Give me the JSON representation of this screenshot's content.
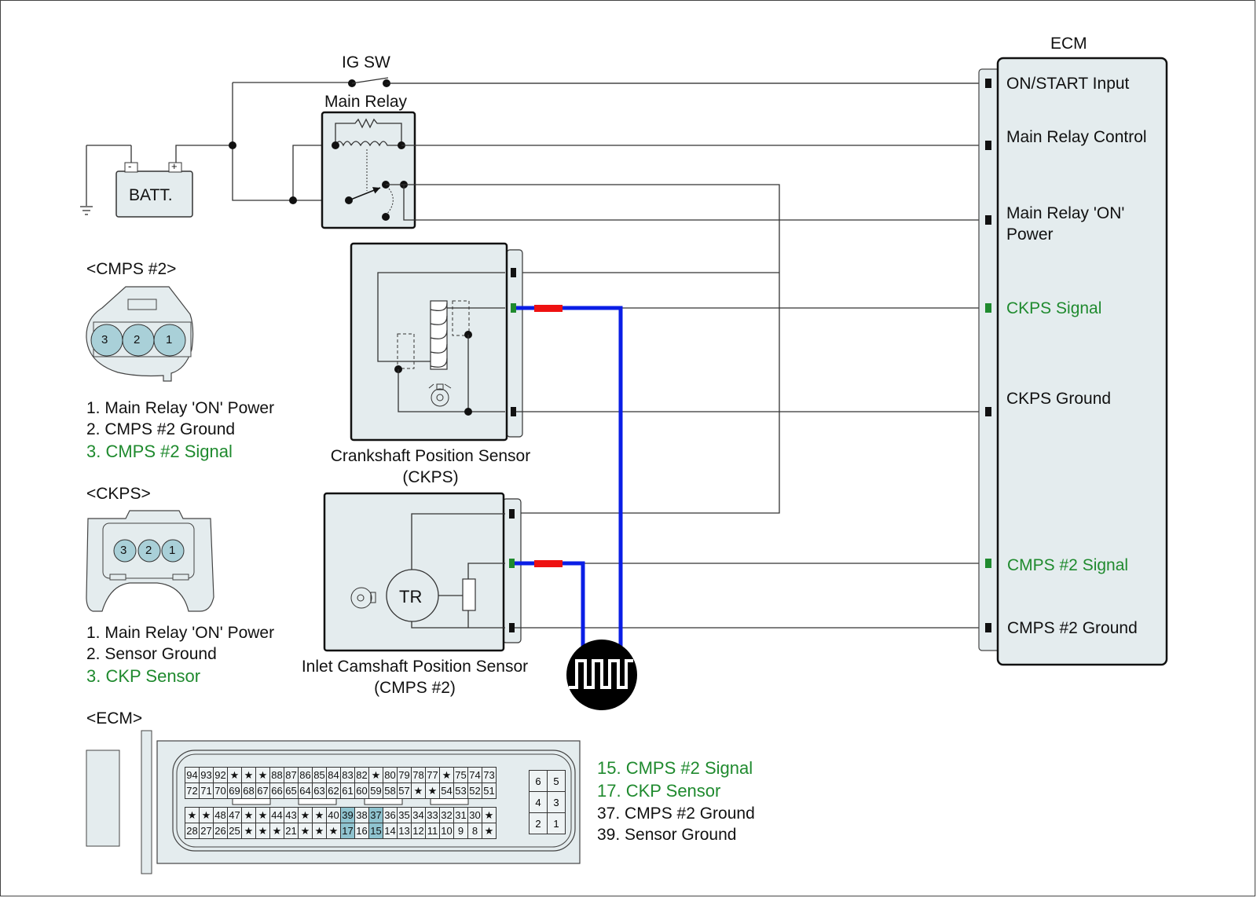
{
  "colors": {
    "signal_green": "#1f8a2e",
    "shield_blue": "#0a1ee6",
    "splice_red": "#ee1111",
    "component_fill": "#e4ecee",
    "pin_highlight": "#8fc3cf"
  },
  "ecm_block": {
    "title": "ECM",
    "terminals": [
      {
        "label": "ON/START Input",
        "type": "normal"
      },
      {
        "label": "Main Relay Control",
        "type": "normal"
      },
      {
        "label": "Main Relay 'ON'",
        "label2": "Power",
        "type": "normal"
      },
      {
        "label": "CKPS Signal",
        "type": "signal"
      },
      {
        "label": "CKPS Ground",
        "type": "normal"
      },
      {
        "label": "CMPS #2 Signal",
        "type": "signal"
      },
      {
        "label": "CMPS #2 Ground",
        "type": "normal"
      }
    ]
  },
  "components": {
    "ig_switch": "IG SW",
    "main_relay": "Main Relay",
    "battery": "BATT.",
    "battery_neg": "-",
    "battery_pos": "+",
    "ckps_name": "Crankshaft Position Sensor",
    "ckps_abbr": "(CKPS)",
    "cmps_name": "Inlet Camshaft Position Sensor",
    "cmps_abbr": "(CMPS #2)",
    "cmps_tr": "TR"
  },
  "connectors": {
    "cmps2": {
      "title": "<CMPS #2>",
      "pins_shown": [
        "3",
        "2",
        "1"
      ],
      "pinout": [
        {
          "text": "1. Main Relay 'ON' Power",
          "type": "normal"
        },
        {
          "text": "2. CMPS #2 Ground",
          "type": "normal"
        },
        {
          "text": "3. CMPS #2 Signal",
          "type": "signal"
        }
      ]
    },
    "ckps": {
      "title": "<CKPS>",
      "pins_shown": [
        "3",
        "2",
        "1"
      ],
      "pinout": [
        {
          "text": "1. Main Relay 'ON' Power",
          "type": "normal"
        },
        {
          "text": "2. Sensor Ground",
          "type": "normal"
        },
        {
          "text": "3. CKP Sensor",
          "type": "signal"
        }
      ]
    },
    "ecm": {
      "title": "<ECM>",
      "grid_top": [
        [
          "94",
          "93",
          "92",
          "★",
          "★",
          "★",
          "88",
          "87",
          "86",
          "85",
          "84",
          "83",
          "82",
          "★",
          "80",
          "79",
          "78",
          "77",
          "★",
          "75",
          "74",
          "73"
        ],
        [
          "72",
          "71",
          "70",
          "69",
          "68",
          "67",
          "66",
          "65",
          "64",
          "63",
          "62",
          "61",
          "60",
          "59",
          "58",
          "57",
          "★",
          "★",
          "54",
          "53",
          "52",
          "51"
        ]
      ],
      "grid_bottom": [
        [
          "★",
          "★",
          "48",
          "47",
          "★",
          "★",
          "44",
          "43",
          "★",
          "★",
          "40",
          "39",
          "38",
          "37",
          "36",
          "35",
          "34",
          "33",
          "32",
          "31",
          "30",
          "★"
        ],
        [
          "28",
          "27",
          "26",
          "25",
          "★",
          "★",
          "★",
          "21",
          "★",
          "★",
          "★",
          "17",
          "16",
          "15",
          "14",
          "13",
          "12",
          "11",
          "10",
          "9",
          "8",
          "★"
        ]
      ],
      "highlighted_pins": [
        "39",
        "37",
        "17",
        "15"
      ],
      "small_grid": [
        [
          "6",
          "5"
        ],
        [
          "4",
          "3"
        ],
        [
          "2",
          "1"
        ]
      ],
      "pinout": [
        {
          "text": "15. CMPS #2 Signal",
          "type": "signal"
        },
        {
          "text": "17. CKP Sensor",
          "type": "signal"
        },
        {
          "text": "37. CMPS #2 Ground",
          "type": "normal"
        },
        {
          "text": "39. Sensor Ground",
          "type": "normal"
        }
      ]
    }
  }
}
